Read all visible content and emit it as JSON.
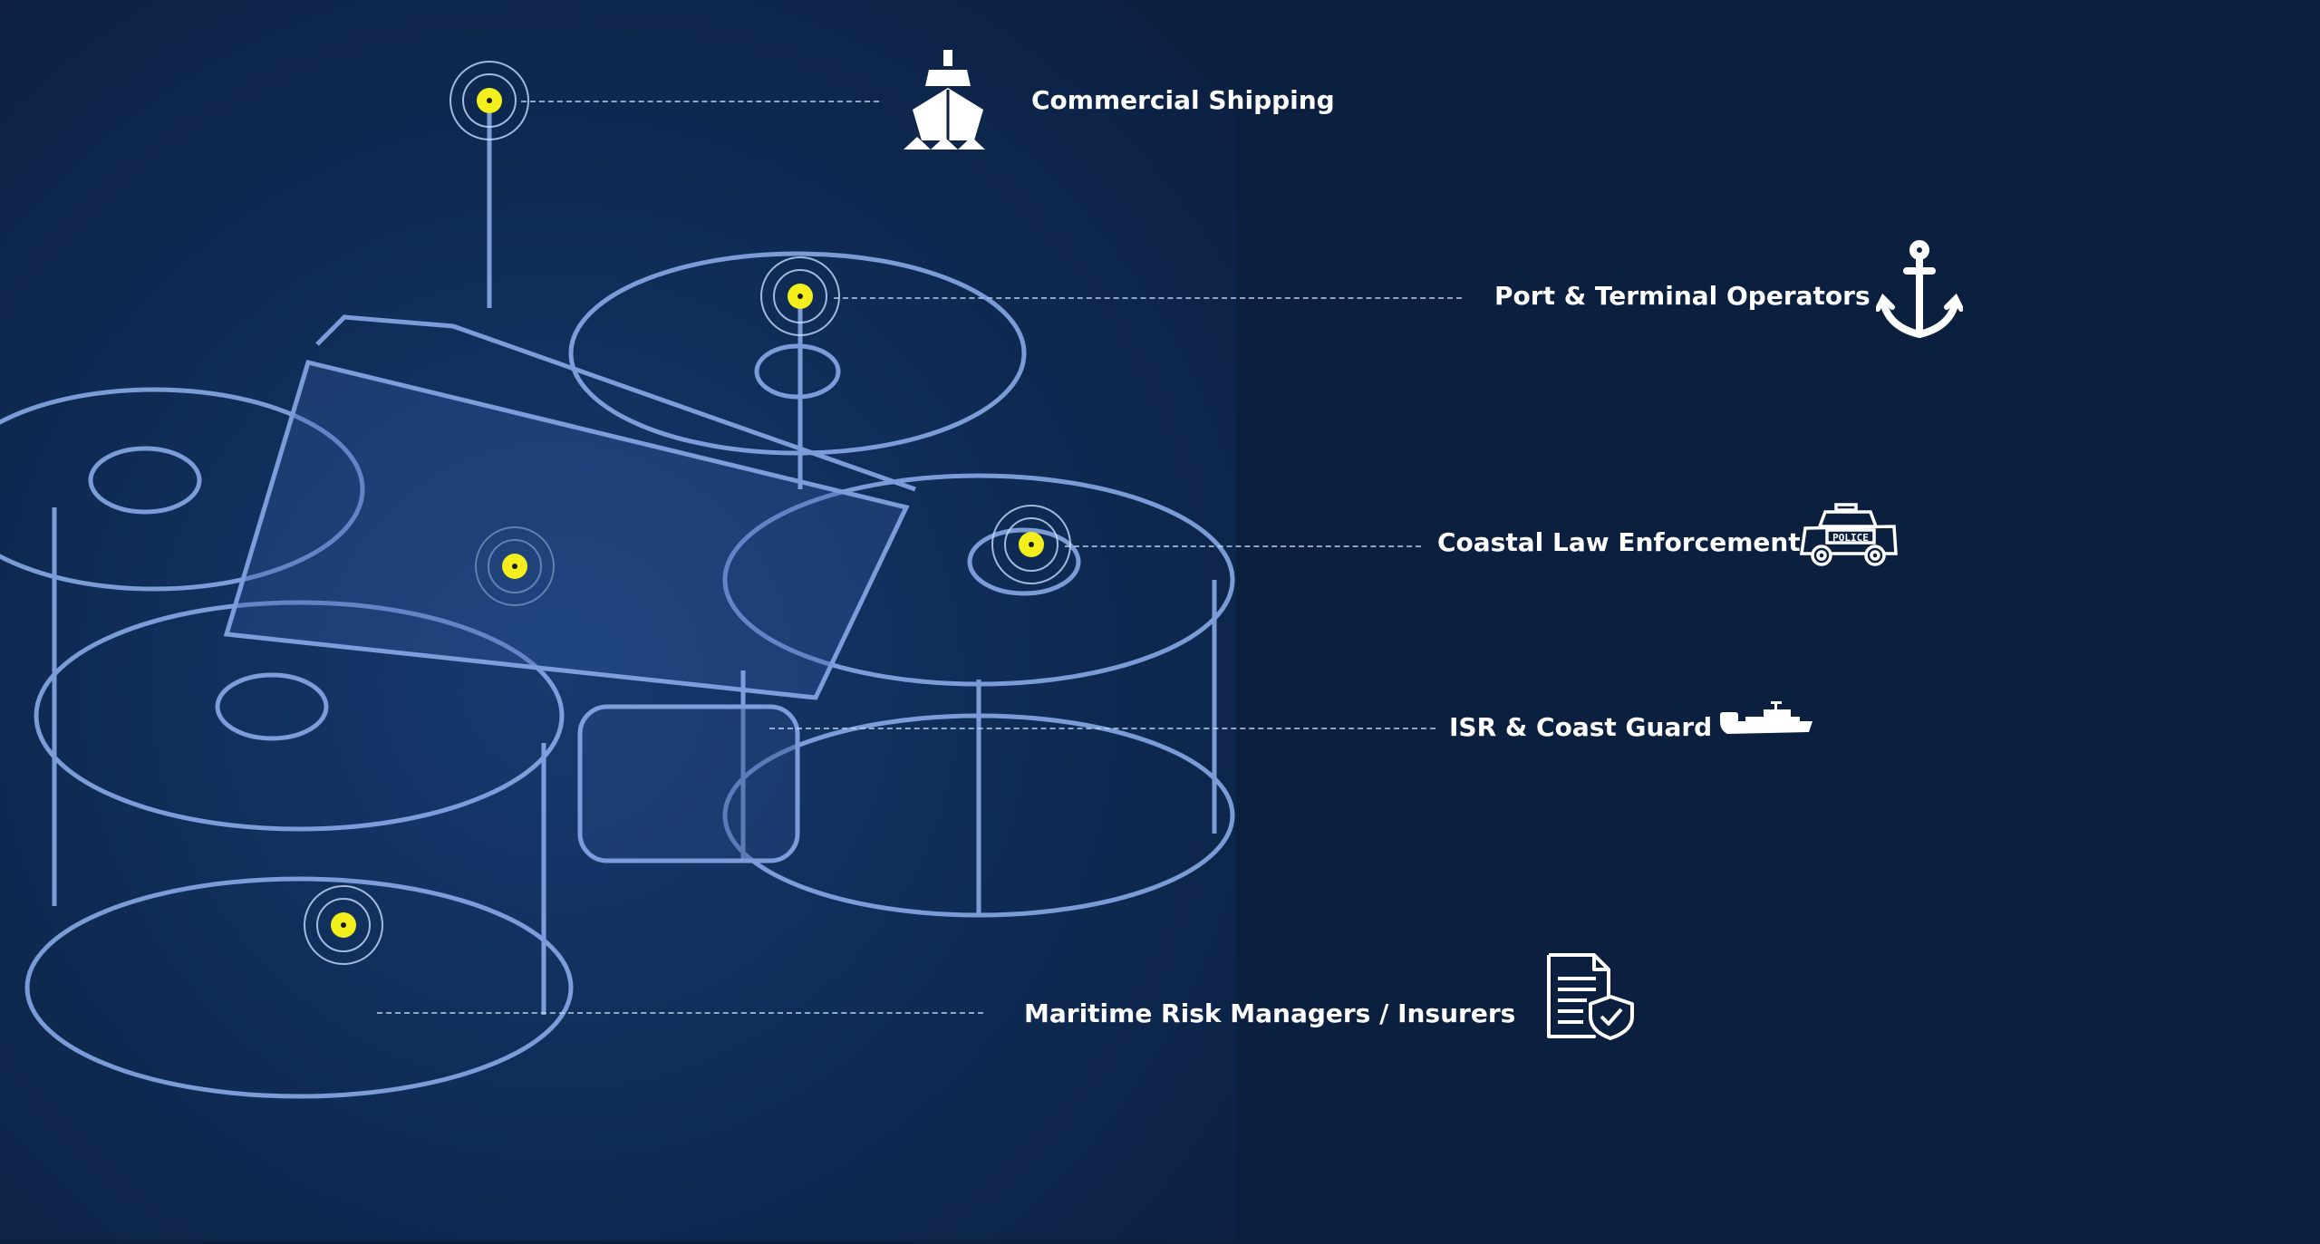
{
  "segments": [
    {
      "label": "Commercial Shipping",
      "icon": "ship-icon"
    },
    {
      "label": "Port & Terminal Operators",
      "icon": "anchor-icon"
    },
    {
      "label": "Coastal Law Enforcement",
      "icon": "police-car-icon",
      "icon_text": "POLICE"
    },
    {
      "label": "ISR & Coast Guard",
      "icon": "patrol-boat-icon"
    },
    {
      "label": "Maritime Risk Managers / Insurers",
      "icon": "insurance-document-icon"
    }
  ],
  "colors": {
    "background": "#0b1f3f",
    "hotspot": "#f2ef1c",
    "wireframe": "#8fb0f0"
  }
}
